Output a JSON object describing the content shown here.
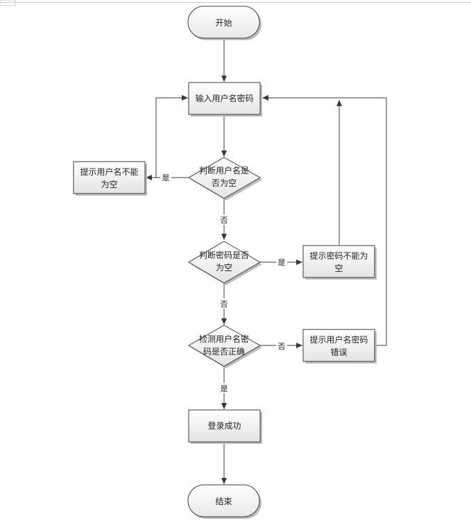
{
  "nodes": {
    "start": "开始",
    "input": "输入用户名密码",
    "check_user_l1": "判断用户名是",
    "check_user_l2": "否为空",
    "tip_user_l1": "提示用户名不能",
    "tip_user_l2": "为空",
    "check_pwd_l1": "判断密码是否",
    "check_pwd_l2": "为空",
    "tip_pwd_l1": "提示密码不能为",
    "tip_pwd_l2": "空",
    "verify_l1": "检测用户名密",
    "verify_l2": "码是否正确",
    "tip_wrong_l1": "提示用户名密码",
    "tip_wrong_l2": "错误",
    "success": "登录成功",
    "end": "结束"
  },
  "edges": {
    "user_empty_yes": "是",
    "user_empty_no": "否",
    "pwd_empty_yes": "是",
    "pwd_empty_no": "否",
    "verify_no": "否",
    "verify_yes": "是"
  }
}
